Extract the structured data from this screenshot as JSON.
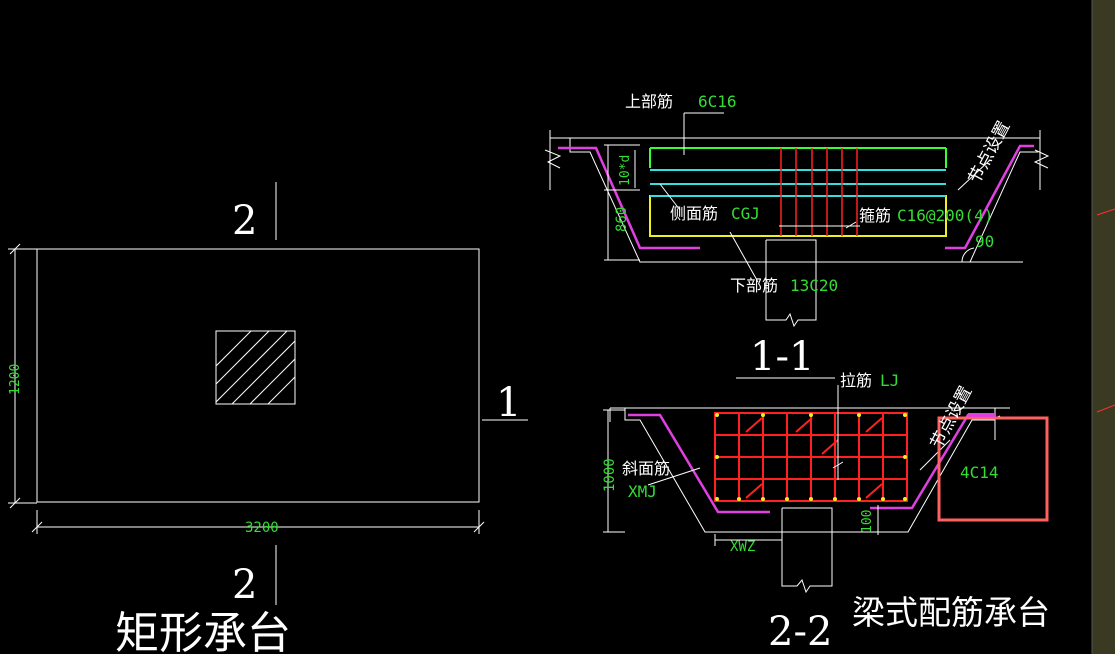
{
  "plan": {
    "dim_height": "1200",
    "dim_width": "3200",
    "section_mark_top": "2",
    "section_mark_bottom": "2",
    "section_mark_right": "1",
    "caption": "矩形承台"
  },
  "section_1_1": {
    "top_bar_label": "上部筋",
    "top_bar_value": "6C16",
    "node_setting": "节点设置",
    "dim_10d": "10*d",
    "dim_860": "860",
    "side_bar_label": "侧面筋",
    "side_bar_value": "CGJ",
    "stirrup_label": "箍筋",
    "stirrup_value": "C16@200(4)",
    "angle_value": "90",
    "bottom_bar_label": "下部筋",
    "bottom_bar_value": "13C20",
    "title": "1-1"
  },
  "section_2_2": {
    "tie_bar_label": "拉筋",
    "tie_bar_value": "LJ",
    "node_setting": "节点设置",
    "dim_1000": "1000",
    "slope_bar_label": "斜面筋",
    "slope_bar_value": "XMJ",
    "corner_bar_value": "4C14",
    "dim_100": "100",
    "xwz_label": "XWZ",
    "title": "2-2",
    "caption": "梁式配筋承台"
  },
  "colors": {
    "background": "#000000",
    "line": "#ffffff",
    "dim_text": "#33dd33",
    "rebar_red": "#ff2020",
    "rebar_green": "#33ff33",
    "rebar_cyan": "#33e0e0",
    "rebar_yellow": "#f0f020",
    "rebar_magenta": "#e040e0",
    "highlight_box": "#ff6060"
  }
}
